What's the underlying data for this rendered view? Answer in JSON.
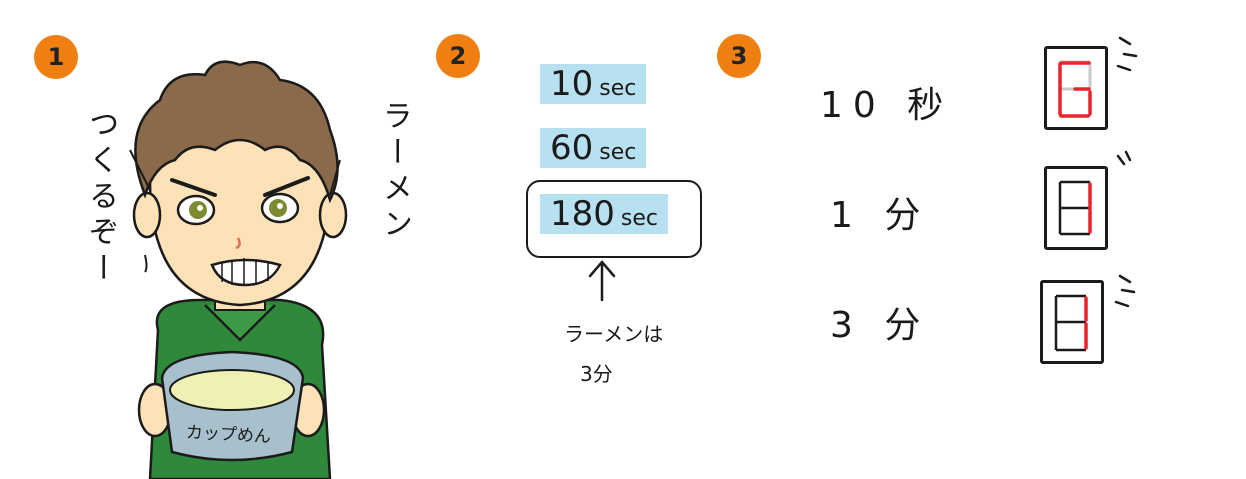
{
  "steps": [
    {
      "number": "1"
    },
    {
      "number": "2"
    },
    {
      "number": "3"
    }
  ],
  "panel1": {
    "speech_left": "つくるぞー",
    "speech_right": "ラーメン",
    "bowl_label": "カップめん"
  },
  "panel2": {
    "timers": [
      {
        "value": "10",
        "unit": "sec"
      },
      {
        "value": "60",
        "unit": "sec"
      },
      {
        "value": "180",
        "unit": "sec"
      }
    ],
    "note_line1": "ラーメンは",
    "note_line2": "3分"
  },
  "panel3": {
    "rows": [
      {
        "label": "10 秒"
      },
      {
        "label": "1 分"
      },
      {
        "label": "3 分"
      }
    ]
  },
  "colors": {
    "badge": "#f07f12",
    "highlight": "#b7e1f0",
    "segment": "#e8242a",
    "shirt": "#2e8a3a",
    "hair": "#8a6a4a",
    "skin": "#fde2b8",
    "bowl": "#a7c0cc",
    "soup": "#eef0b4"
  }
}
